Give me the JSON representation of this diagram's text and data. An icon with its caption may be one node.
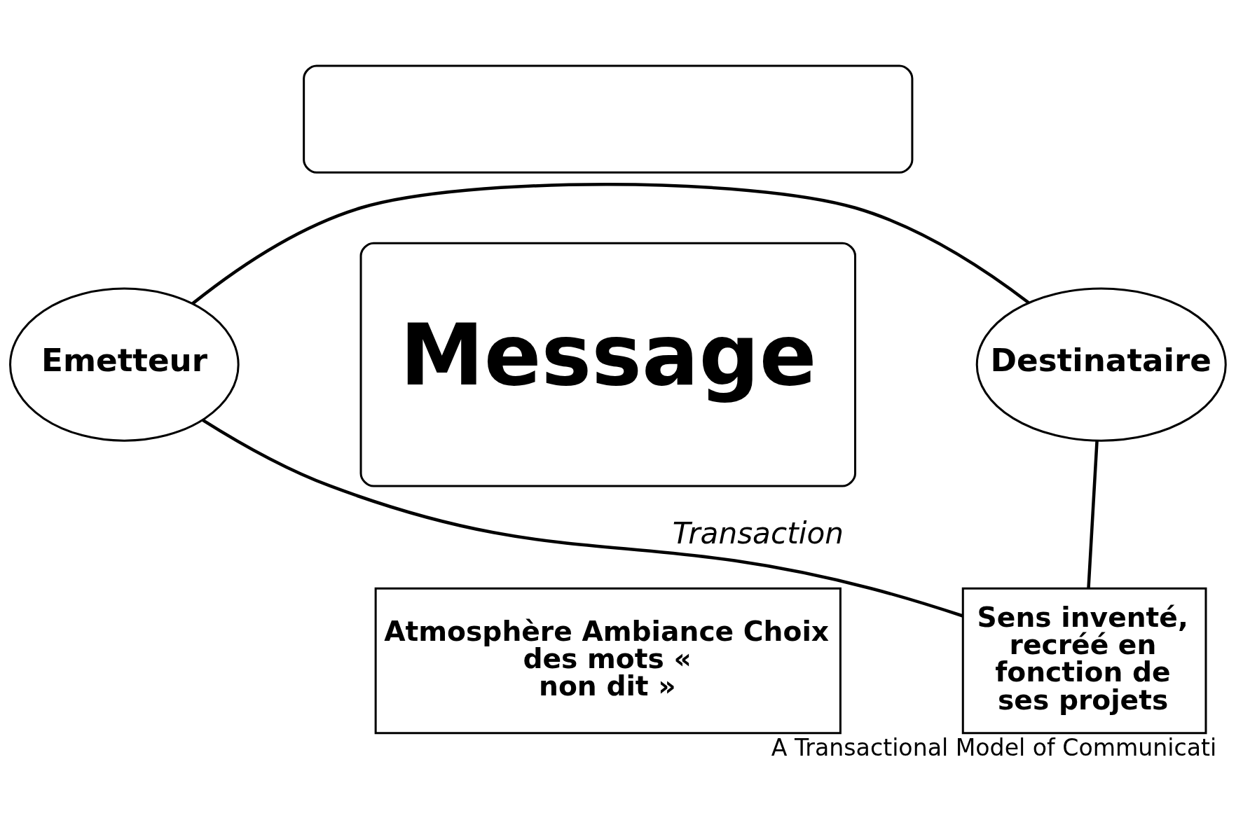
{
  "diagram": {
    "caption": "A Transactional Model of Communicati",
    "nodes": [
      {
        "text": [],
        "shape": "box"
      },
      {
        "text": [
          "Emetteur"
        ]
      },
      {
        "text": [
          "Message"
        ]
      },
      {
        "text": [
          "Destinataire"
        ]
      },
      {
        "text": [
          "Atmosphère Ambiance Choix des mots « non dit »"
        ]
      },
      {
        "text": [
          "Sens inventé, recréé en fonction de ses projets"
        ]
      }
    ],
    "edges": [
      {
        "from": 1,
        "to": 3,
        "arrow": "none"
      },
      {
        "from": 3,
        "to": 5,
        "arrow": "none"
      },
      {
        "from": 5,
        "to": 1,
        "arrow": "none",
        "label": "Transaction"
      }
    ]
  }
}
